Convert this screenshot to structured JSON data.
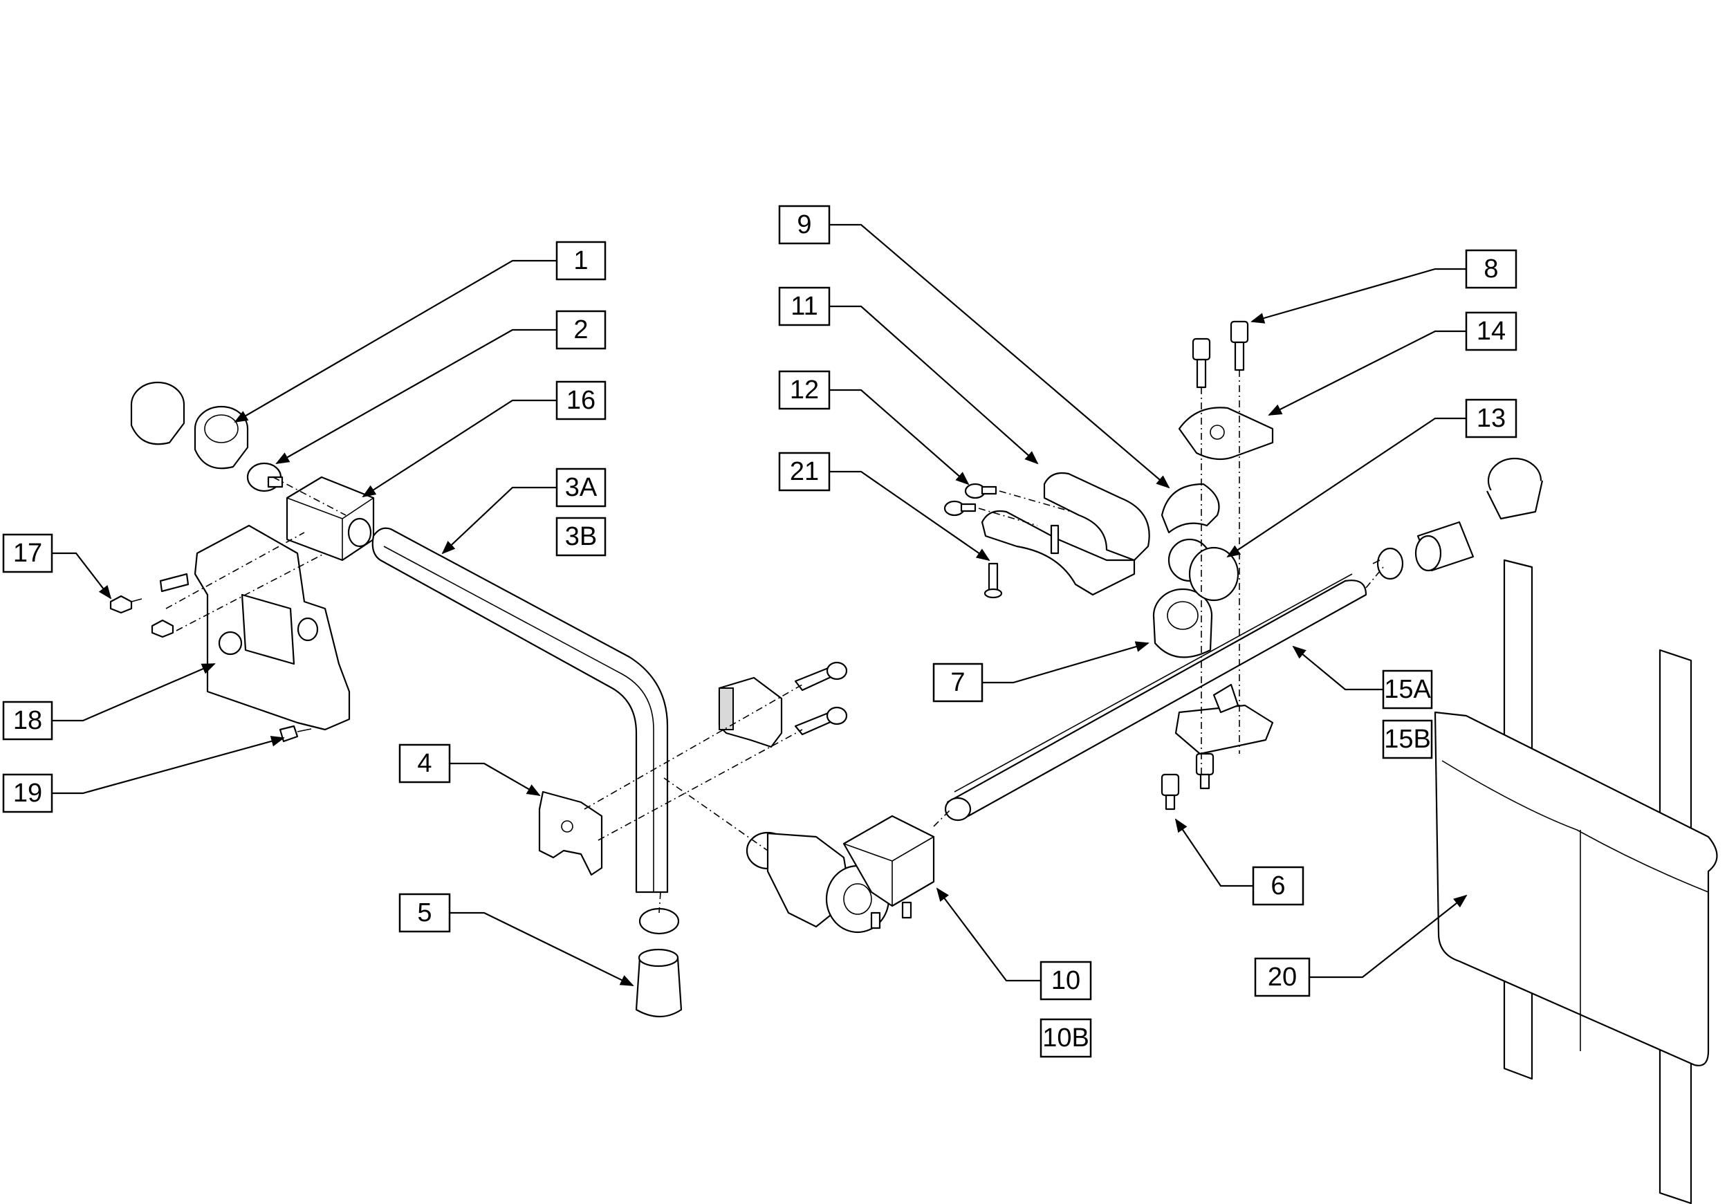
{
  "diagram": {
    "callouts": [
      {
        "id": "c1",
        "label": "1"
      },
      {
        "id": "c2",
        "label": "2"
      },
      {
        "id": "c16",
        "label": "16"
      },
      {
        "id": "c3a",
        "label": "3A"
      },
      {
        "id": "c3b",
        "label": "3B"
      },
      {
        "id": "c17",
        "label": "17"
      },
      {
        "id": "c18",
        "label": "18"
      },
      {
        "id": "c19",
        "label": "19"
      },
      {
        "id": "c4",
        "label": "4"
      },
      {
        "id": "c5",
        "label": "5"
      },
      {
        "id": "c9",
        "label": "9"
      },
      {
        "id": "c11",
        "label": "11"
      },
      {
        "id": "c12",
        "label": "12"
      },
      {
        "id": "c21",
        "label": "21"
      },
      {
        "id": "c8",
        "label": "8"
      },
      {
        "id": "c14",
        "label": "14"
      },
      {
        "id": "c13",
        "label": "13"
      },
      {
        "id": "c7",
        "label": "7"
      },
      {
        "id": "c15a",
        "label": "15A"
      },
      {
        "id": "c15b",
        "label": "15B"
      },
      {
        "id": "c6",
        "label": "6"
      },
      {
        "id": "c10",
        "label": "10"
      },
      {
        "id": "c10b",
        "label": "10B"
      },
      {
        "id": "c20",
        "label": "20"
      }
    ]
  }
}
